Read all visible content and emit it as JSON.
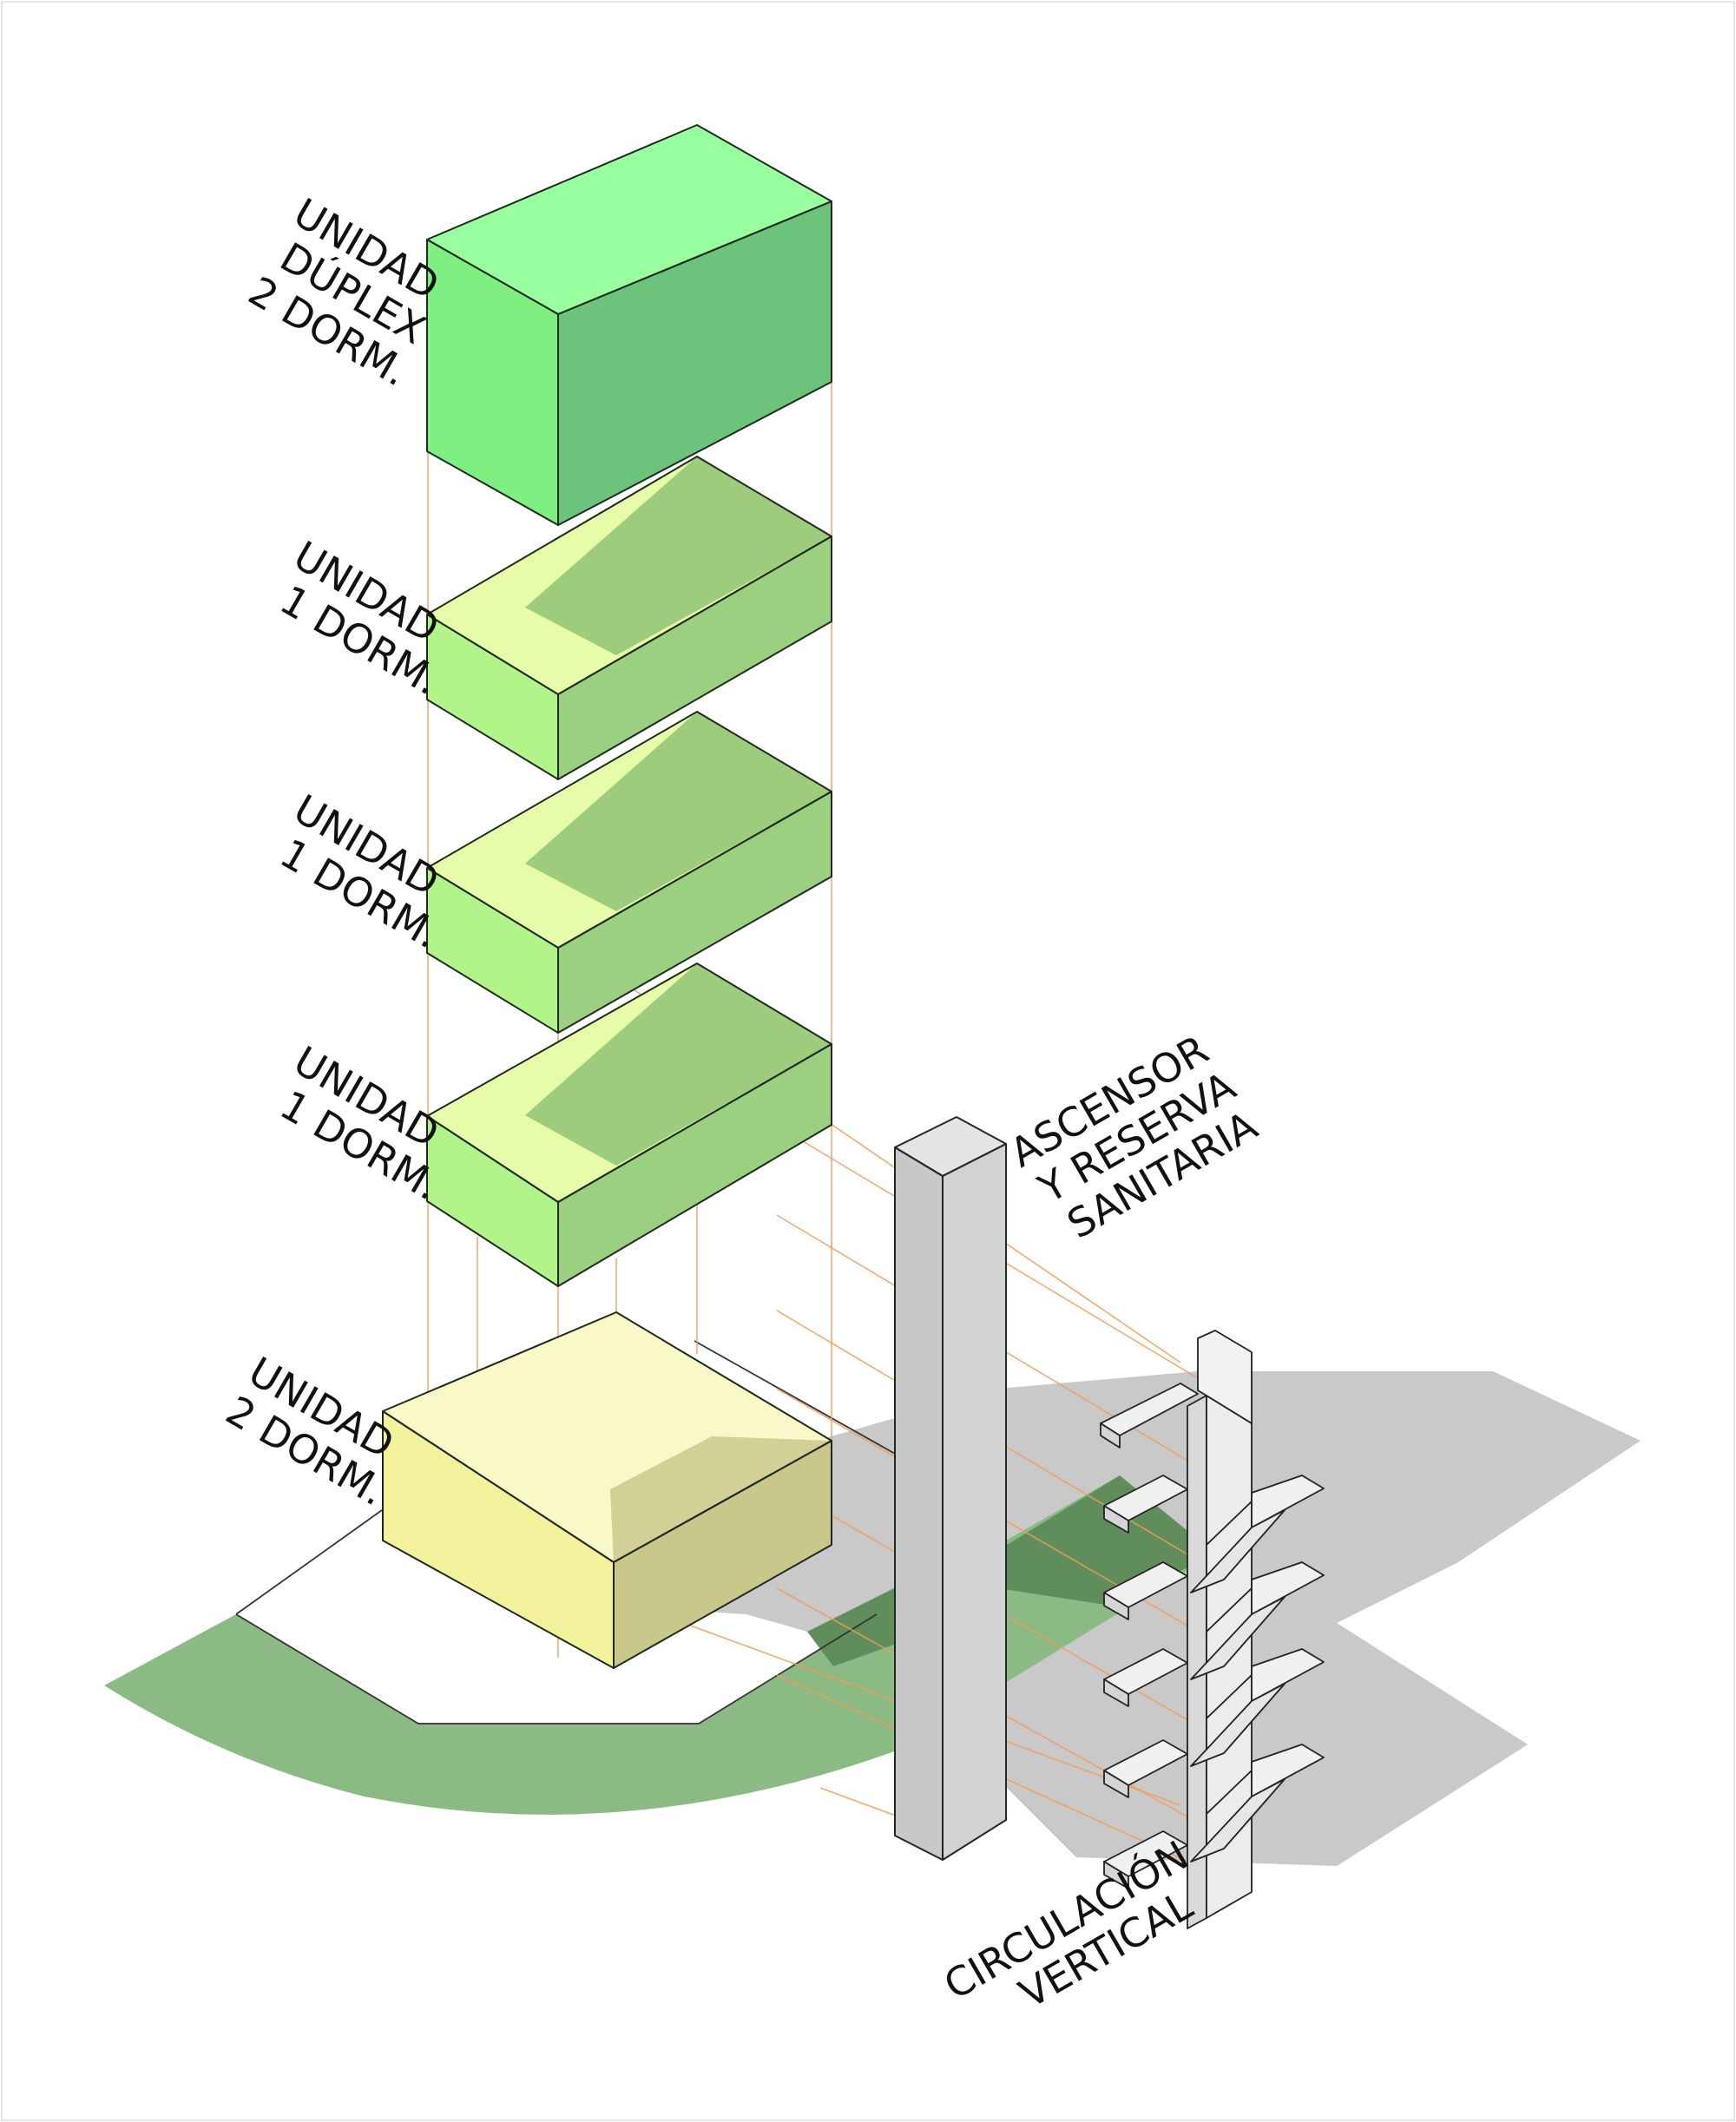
{
  "labels": {
    "duplex": [
      "UNIDAD",
      "DÚPLEX",
      "2 DORM."
    ],
    "unit_upper": [
      "UNIDAD",
      "1 DORM."
    ],
    "unit_middle": [
      "UNIDAD",
      "1 DORM."
    ],
    "unit_lower": [
      "UNIDAD",
      "1 DORM."
    ],
    "unit_ground": [
      "UNIDAD",
      "2 DORM."
    ],
    "elevator": [
      "ASCENSOR",
      "Y RESERVA",
      "SANITARIA"
    ],
    "stairs": [
      "CIRCULACIÓN",
      "VERTICAL"
    ]
  },
  "colors": {
    "duplex_top": "#98ff9e",
    "duplex_front": "#7ef082",
    "duplex_side": "#6cc47c",
    "unit_top": "#e6fca8",
    "unit_front": "#b2f48a",
    "unit_side": "#9bd081",
    "unit_shadow": "#9ccc7c",
    "ground_top": "#f9f9c8",
    "ground_front": "#f2f29c",
    "ground_side": "#c9c88a",
    "garden": "#8cba84",
    "garden_dark": "#5f8e5c",
    "shadow": "#c9c9c9",
    "core_front": "#c8c8c8",
    "core_side": "#d2d2d2",
    "core_top": "#e4e4e4",
    "projection": "#f39a5a",
    "stair_fill": "#e1e1e1"
  },
  "icons": [
    "duplex-block",
    "unit-block",
    "elevator-core",
    "staircase",
    "garden-patch"
  ]
}
